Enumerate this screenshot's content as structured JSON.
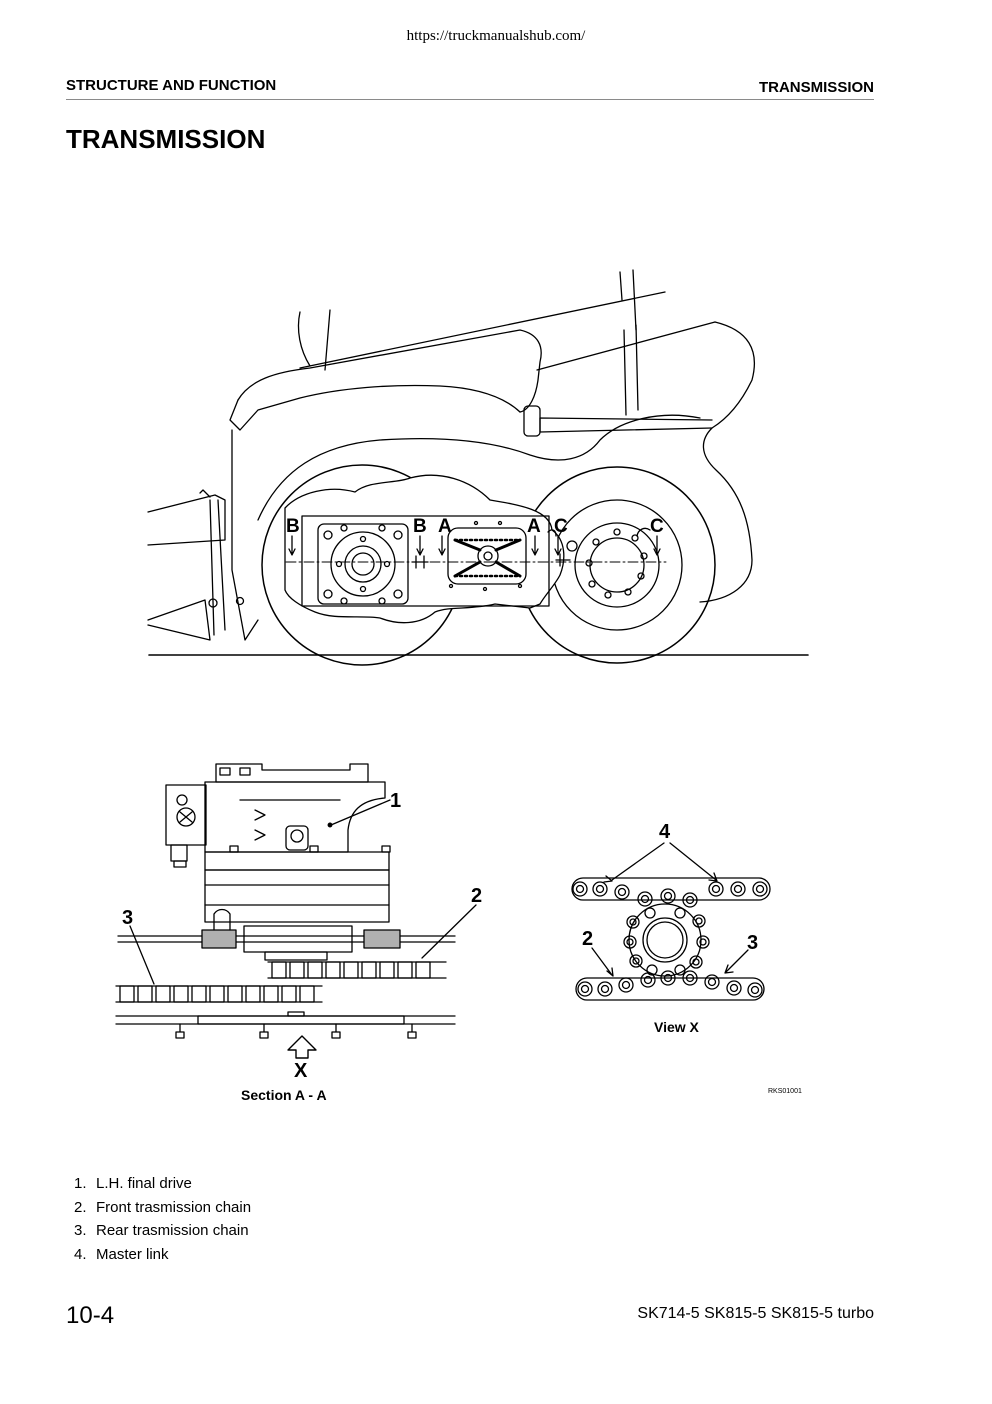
{
  "url": "https://truckmanualshub.com/",
  "header": {
    "section": "STRUCTURE AND FUNCTION",
    "chapter": "TRANSMISSION"
  },
  "page_title": "TRANSMISSION",
  "figure": {
    "view_labels": {
      "b1": "B",
      "b2": "B",
      "a1": "A",
      "a2": "A",
      "c1": "C",
      "c2": "C"
    },
    "callouts": {
      "n1": "1",
      "n2": "2",
      "n3": "3",
      "n4": "4",
      "v2": "2",
      "v3": "3"
    },
    "arrow_label": "X",
    "section_caption": "Section A - A",
    "view_caption": "View X",
    "ref_code": "RKS01001"
  },
  "legend": [
    {
      "num": "1.",
      "text": "L.H. final drive"
    },
    {
      "num": "2.",
      "text": "Front trasmission chain"
    },
    {
      "num": "3.",
      "text": "Rear trasmission chain"
    },
    {
      "num": "4.",
      "text": "Master link"
    }
  ],
  "footer": {
    "page": "10-4",
    "models": "SK714-5  SK815-5  SK815-5 turbo"
  }
}
